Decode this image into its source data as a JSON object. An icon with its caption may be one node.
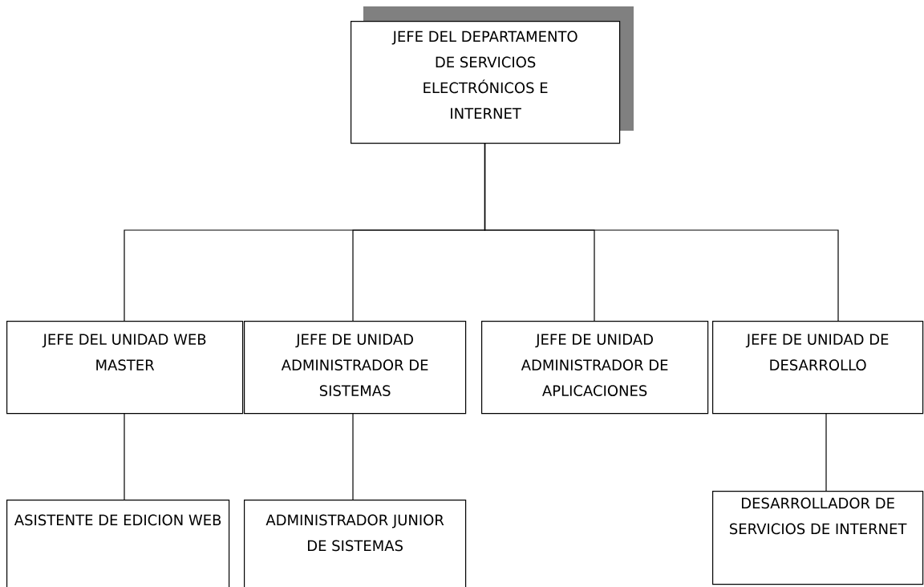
{
  "diagram": {
    "nodes": [
      {
        "text": [
          "JEFE DEL DEPARTAMENTO DE SERVICIOS ELECTRÓNICOS E INTERNET"
        ]
      },
      {
        "text": [
          "JEFE DEL UNIDAD WEB MASTER"
        ]
      },
      {
        "text": [
          "JEFE DE UNIDAD ADMINISTRADOR DE SISTEMAS"
        ]
      },
      {
        "text": [
          "JEFE DE UNIDAD ADMINISTRADOR DE APLICACIONES"
        ]
      },
      {
        "text": [
          "JEFE DE UNIDAD DE DESARROLLO"
        ]
      },
      {
        "text": [
          "ASISTENTE DE EDICION WEB"
        ]
      },
      {
        "text": [
          "ADMINISTRADOR JUNIOR DE SISTEMAS"
        ]
      },
      {
        "text": [
          "DESARROLLADOR DE SERVICIOS DE INTERNET"
        ]
      }
    ],
    "edges": [
      {
        "from": 0,
        "to": 1,
        "arrow": "none"
      },
      {
        "from": 0,
        "to": 2,
        "arrow": "none"
      },
      {
        "from": 0,
        "to": 3,
        "arrow": "none"
      },
      {
        "from": 0,
        "to": 4,
        "arrow": "none"
      },
      {
        "from": 1,
        "to": 5,
        "arrow": "none"
      },
      {
        "from": 2,
        "to": 6,
        "arrow": "none"
      },
      {
        "from": 4,
        "to": 7,
        "arrow": "none"
      }
    ]
  }
}
